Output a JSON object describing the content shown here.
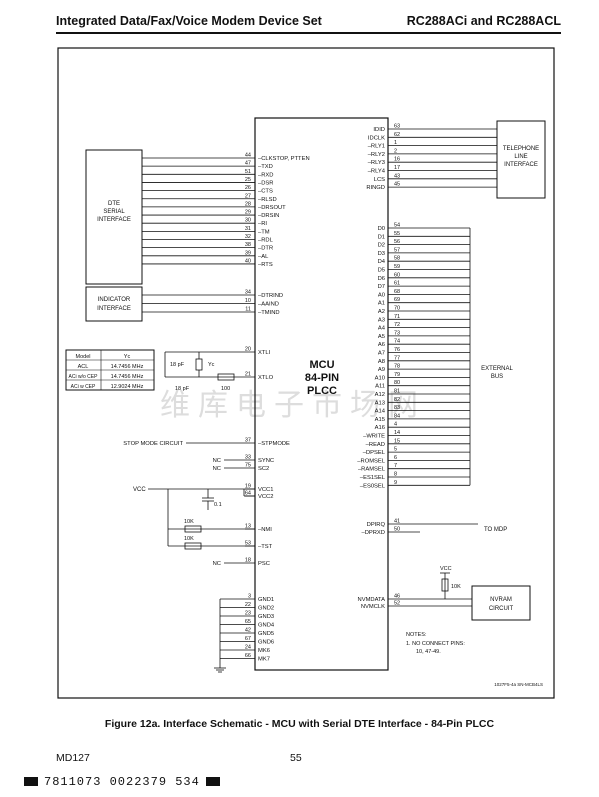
{
  "header": {
    "title_left": "Integrated Data/Fax/Voice Modem Device Set",
    "title_right": "RC288ACi and RC288ACL"
  },
  "mcu": {
    "line1": "MCU",
    "line2": "84-PIN",
    "line3": "PLCC"
  },
  "blocks": {
    "dte": [
      "DTE",
      "SERIAL",
      "INTERFACE"
    ],
    "indicator": [
      "INDICATOR",
      "INTERFACE"
    ],
    "telephone": [
      "TELEPHONE",
      "LINE",
      "INTERFACE"
    ],
    "nvram": [
      "NVRAM",
      "CIRCUIT"
    ],
    "external_bus": [
      "EXTERNAL",
      "BUS"
    ]
  },
  "left_pins": [
    {
      "num": "44",
      "name": "~CLKSTOP, PTTEN"
    },
    {
      "num": "47",
      "name": "~TXD"
    },
    {
      "num": "51",
      "name": "~RXD"
    },
    {
      "num": "25",
      "name": "~DSR"
    },
    {
      "num": "26",
      "name": "~CTS"
    },
    {
      "num": "27",
      "name": "~RLSD"
    },
    {
      "num": "28",
      "name": "~DRSOUT"
    },
    {
      "num": "29",
      "name": "~DRSIN"
    },
    {
      "num": "30",
      "name": "~RI"
    },
    {
      "num": "31",
      "name": "~TM"
    },
    {
      "num": "32",
      "name": "~RDL"
    },
    {
      "num": "38",
      "name": "~DTR"
    },
    {
      "num": "39",
      "name": "~AL"
    },
    {
      "num": "40",
      "name": "~RTS"
    }
  ],
  "indicator_pins": [
    {
      "num": "34",
      "name": "~DTRIND"
    },
    {
      "num": "10",
      "name": "~AAIND"
    },
    {
      "num": "11",
      "name": "~TMIND"
    }
  ],
  "xtal_pins": [
    {
      "num": "20",
      "name": "XTLI"
    },
    {
      "num": "21",
      "name": "XTLO"
    }
  ],
  "xtal_parts": {
    "c1": "18 pF",
    "c2": "18 pF",
    "yc": "Yc",
    "r": "100"
  },
  "crystal_table": {
    "headers": [
      "Model",
      "Yc"
    ],
    "rows": [
      [
        "ACL",
        "14.7456 MHz"
      ],
      [
        "ACi w/o CEP",
        "14.7456 MHz"
      ],
      [
        "ACi w CEP",
        "12.9024 MHz"
      ]
    ]
  },
  "misc_left_pins": [
    {
      "num": "37",
      "name": "~STPMODE",
      "ext": "STOP MODE CIRCUIT"
    },
    {
      "num": "33",
      "name": "SYNC",
      "ext": "NC"
    },
    {
      "num": "75",
      "name": "SC2",
      "ext": "NC"
    },
    {
      "num": "19",
      "name": "VCC1",
      "ext": ""
    },
    {
      "num": "64",
      "name": "VCC2",
      "ext": ""
    },
    {
      "num": "13",
      "name": "~NMI",
      "ext": ""
    },
    {
      "num": "53",
      "name": "~TST",
      "ext": ""
    },
    {
      "num": "18",
      "name": "PSC",
      "ext": "NC"
    }
  ],
  "vcc_label": "VCC",
  "cap_label": "0.1",
  "res_10k_a": "10K",
  "res_10k_b": "10K",
  "gnd_pins": [
    {
      "num": "3",
      "name": "GND1"
    },
    {
      "num": "22",
      "name": "GND2"
    },
    {
      "num": "23",
      "name": "GND3"
    },
    {
      "num": "65",
      "name": "GND4"
    },
    {
      "num": "42",
      "name": "GND5"
    },
    {
      "num": "67",
      "name": "GND6"
    },
    {
      "num": "24",
      "name": "MK6"
    },
    {
      "num": "66",
      "name": "MK7"
    }
  ],
  "right_top_pins": [
    {
      "num": "63",
      "name": "IDID"
    },
    {
      "num": "62",
      "name": "IDCLK"
    },
    {
      "num": "1",
      "name": "~RLY1"
    },
    {
      "num": "2",
      "name": "~RLY2"
    },
    {
      "num": "16",
      "name": "~RLY3"
    },
    {
      "num": "17",
      "name": "~RLY4"
    },
    {
      "num": "43",
      "name": "LCS"
    },
    {
      "num": "45",
      "name": "RINGD"
    }
  ],
  "bus_pins": [
    {
      "num": "54",
      "name": "D0"
    },
    {
      "num": "55",
      "name": "D1"
    },
    {
      "num": "56",
      "name": "D2"
    },
    {
      "num": "57",
      "name": "D3"
    },
    {
      "num": "58",
      "name": "D4"
    },
    {
      "num": "59",
      "name": "D5"
    },
    {
      "num": "60",
      "name": "D6"
    },
    {
      "num": "61",
      "name": "D7"
    },
    {
      "num": "68",
      "name": "A0"
    },
    {
      "num": "69",
      "name": "A1"
    },
    {
      "num": "70",
      "name": "A2"
    },
    {
      "num": "71",
      "name": "A3"
    },
    {
      "num": "72",
      "name": "A4"
    },
    {
      "num": "73",
      "name": "A5"
    },
    {
      "num": "74",
      "name": "A6"
    },
    {
      "num": "76",
      "name": "A7"
    },
    {
      "num": "77",
      "name": "A8"
    },
    {
      "num": "78",
      "name": "A9"
    },
    {
      "num": "79",
      "name": "A10"
    },
    {
      "num": "80",
      "name": "A11"
    },
    {
      "num": "81",
      "name": "A12"
    },
    {
      "num": "82",
      "name": "A13"
    },
    {
      "num": "83",
      "name": "A14"
    },
    {
      "num": "84",
      "name": "A15"
    },
    {
      "num": "4",
      "name": "A16"
    },
    {
      "num": "14",
      "name": "~WRITE"
    },
    {
      "num": "15",
      "name": "~READ"
    },
    {
      "num": "5",
      "name": "~DPSEL"
    },
    {
      "num": "6",
      "name": "~ROMSEL"
    },
    {
      "num": "7",
      "name": "~RAMSEL"
    },
    {
      "num": "8",
      "name": "~ES1SEL"
    },
    {
      "num": "9",
      "name": "~ES0SEL"
    }
  ],
  "dp_pins": [
    {
      "num": "41",
      "name": "DPIRQ"
    },
    {
      "num": "50",
      "name": "~DPRXD"
    }
  ],
  "to_mdp": "TO MDP",
  "nv_pins": [
    {
      "num": "46",
      "name": "NVMDATA"
    },
    {
      "num": "52",
      "name": "NVMCLK"
    }
  ],
  "nv_vcc": "VCC",
  "nv_res": "10K",
  "notes": [
    "NOTES:",
    "1.  NO CONNECT PINS:",
    "10, 47-49."
  ],
  "drawing_id": "1027F5-4a SN-MCB4LS",
  "caption": "Figure 12a.  Interface Schematic - MCU with Serial DTE Interface - 84-Pin PLCC",
  "footer_left": "MD127",
  "footer_page": "55",
  "barcode_text": "7811073 0022379 534",
  "watermark": "维库电子市场网"
}
